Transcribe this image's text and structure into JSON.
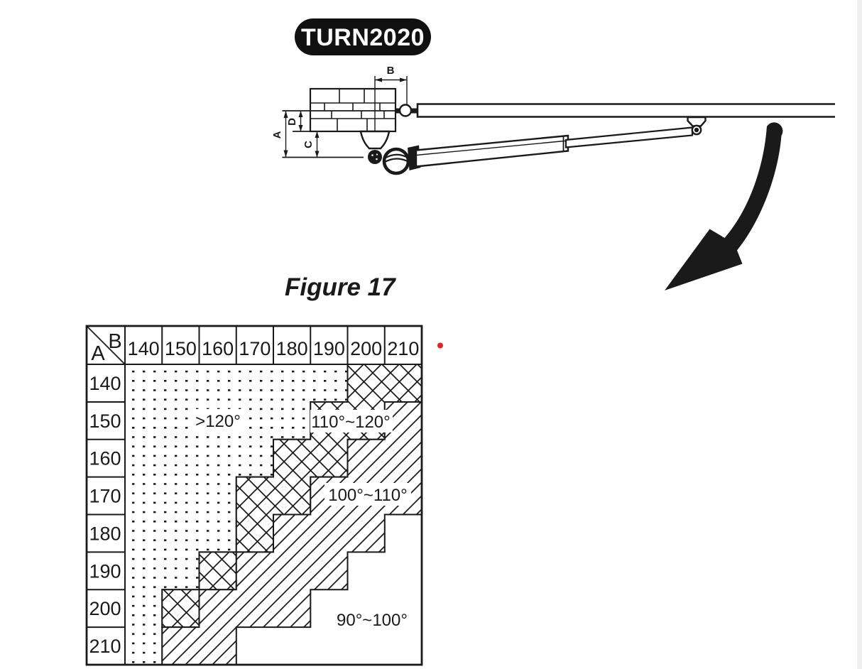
{
  "badge": {
    "label": "TURN2020"
  },
  "caption": "Figure 17",
  "drawing": {
    "dims": {
      "a": "A",
      "b": "B",
      "c": "C",
      "d": "D"
    }
  },
  "matrix": {
    "corner": {
      "col_axis": "B",
      "row_axis": "A"
    },
    "col_headers": [
      "140",
      "150",
      "160",
      "170",
      "180",
      "190",
      "200",
      "210"
    ],
    "row_headers": [
      "140",
      "150",
      "160",
      "170",
      "180",
      "190",
      "200",
      "210"
    ],
    "regions": [
      {
        "id": "dots",
        "label": ">120°"
      },
      {
        "id": "crosshatch",
        "label": "110°~120°"
      },
      {
        "id": "diagonal",
        "label": "100°~110°"
      },
      {
        "id": "blank",
        "label": "90°~100°"
      }
    ],
    "cells": [
      [
        "dots",
        "dots",
        "dots",
        "dots",
        "dots",
        "dots",
        "crosshatch",
        "crosshatch"
      ],
      [
        "dots",
        "dots",
        "dots",
        "dots",
        "dots",
        "crosshatch",
        "crosshatch",
        "diagonal"
      ],
      [
        "dots",
        "dots",
        "dots",
        "dots",
        "crosshatch",
        "crosshatch",
        "diagonal",
        "diagonal"
      ],
      [
        "dots",
        "dots",
        "dots",
        "crosshatch",
        "crosshatch",
        "diagonal",
        "diagonal",
        "diagonal"
      ],
      [
        "dots",
        "dots",
        "dots",
        "crosshatch",
        "diagonal",
        "diagonal",
        "diagonal",
        "blank"
      ],
      [
        "dots",
        "dots",
        "crosshatch",
        "diagonal",
        "diagonal",
        "diagonal",
        "blank",
        "blank"
      ],
      [
        "dots",
        "crosshatch",
        "diagonal",
        "diagonal",
        "diagonal",
        "blank",
        "blank",
        "blank"
      ],
      [
        "dots",
        "diagonal",
        "diagonal",
        "blank",
        "blank",
        "blank",
        "blank",
        "blank"
      ]
    ]
  },
  "marker": {
    "color": "#e8211d"
  },
  "colors": {
    "ink": "#1a1a1a",
    "badge_bg": "#111111"
  }
}
